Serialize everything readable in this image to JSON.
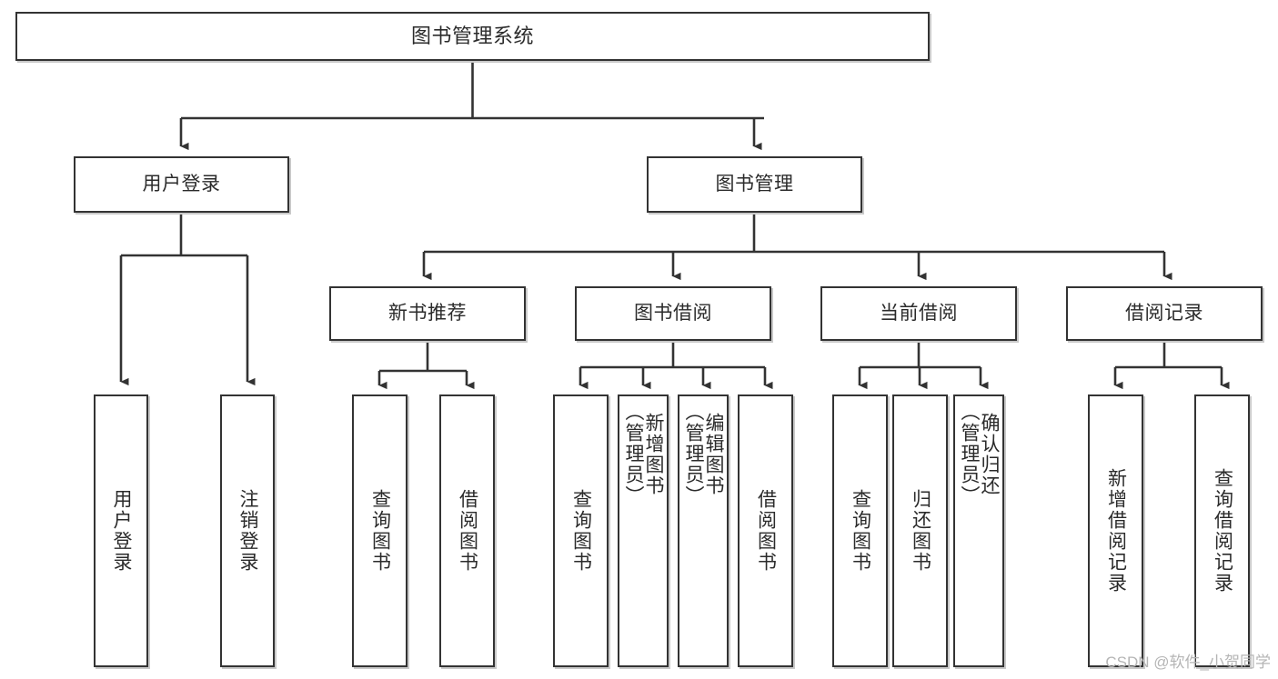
{
  "diagram": {
    "title": "图书管理系统",
    "style": {
      "border_color": "#333333",
      "shadow_color": "#c9c9c9",
      "text_color": "#2b2b2b",
      "background": "#ffffff",
      "watermark_color": "#b5b5b5"
    },
    "root": {
      "label": "图书管理系统"
    },
    "level2": [
      {
        "id": "user-login",
        "label": "用户登录"
      },
      {
        "id": "book-management",
        "label": "图书管理"
      }
    ],
    "level3": [
      {
        "id": "new-book-recommend",
        "label": "新书推荐"
      },
      {
        "id": "book-borrow",
        "label": "图书借阅"
      },
      {
        "id": "current-borrow",
        "label": "当前借阅"
      },
      {
        "id": "borrow-record",
        "label": "借阅记录"
      }
    ],
    "leaves": {
      "user_login": [
        {
          "id": "leaf-user-login",
          "label": "用户登录"
        },
        {
          "id": "leaf-logout-login",
          "label": "注销登录"
        }
      ],
      "new_book_recommend": [
        {
          "id": "leaf-query-book-1",
          "label": "查询图书"
        },
        {
          "id": "leaf-borrow-book-1",
          "label": "借阅图书"
        }
      ],
      "book_borrow": [
        {
          "id": "leaf-query-book-2",
          "label": "查询图书"
        },
        {
          "id": "leaf-add-book",
          "label": "新增图书\n（管理员）"
        },
        {
          "id": "leaf-edit-book",
          "label": "编辑图书\n（管理员）"
        },
        {
          "id": "leaf-borrow-book-2",
          "label": "借阅图书"
        }
      ],
      "current_borrow": [
        {
          "id": "leaf-query-book-3",
          "label": "查询图书"
        },
        {
          "id": "leaf-return-book",
          "label": "归还图书"
        },
        {
          "id": "leaf-confirm-return",
          "label": "确认归还\n（管理员）"
        }
      ],
      "borrow_record": [
        {
          "id": "leaf-add-record",
          "label": "新增借阅记录"
        },
        {
          "id": "leaf-query-record",
          "label": "查询借阅记录"
        }
      ]
    }
  },
  "watermark": {
    "text": "CSDN @软件_小贺同学"
  }
}
